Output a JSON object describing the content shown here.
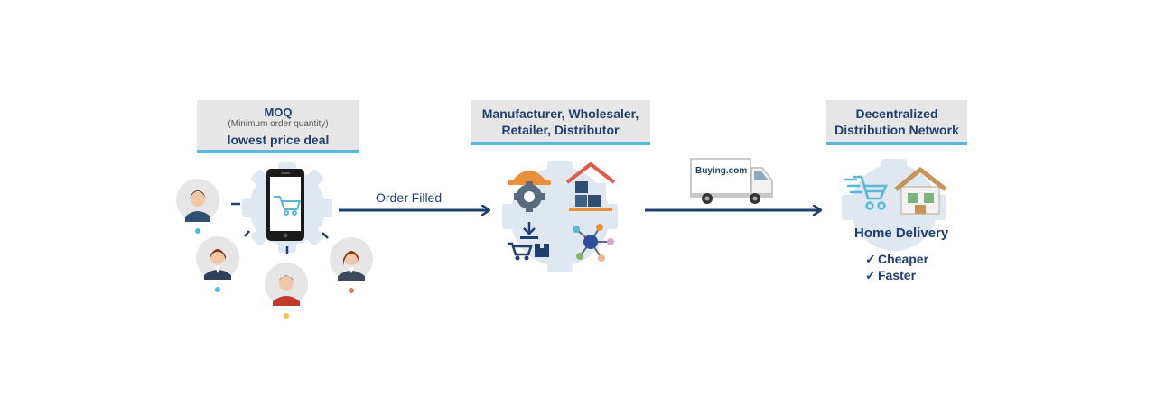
{
  "moq": {
    "title": "MOQ",
    "subtitle": "(Minimum order quantity)",
    "deal": "lowest price deal"
  },
  "arrow1_label": "Order Filled",
  "supply": {
    "line1": "Manufacturer, Wholesaler,",
    "line2": "Retailer, Distributor"
  },
  "truck_brand": "Buying.com",
  "network": {
    "line1": "Decentralized",
    "line2": "Distribution Network"
  },
  "delivery": {
    "title": "Home Delivery",
    "benefits": [
      "Cheaper",
      "Faster"
    ],
    "check_icon": "✓"
  },
  "colors": {
    "navy": "#1f3f6e",
    "accent": "#5bb7d8",
    "gear": "#dfe8f0",
    "label_bg": "#e6e6e6"
  }
}
